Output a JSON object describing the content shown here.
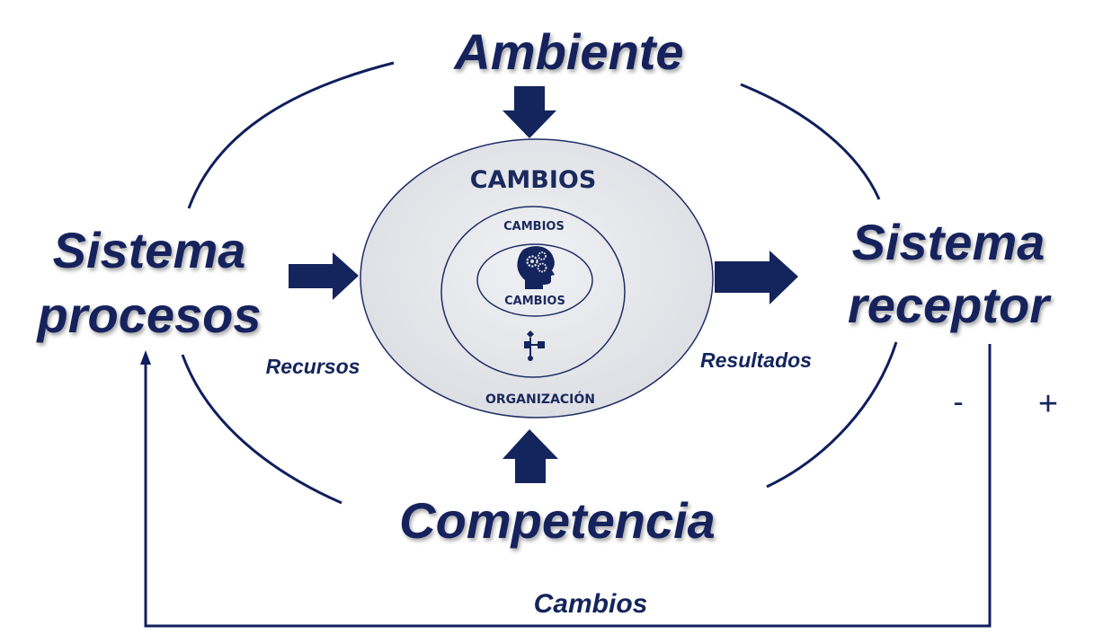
{
  "diagram": {
    "top": "Ambiente",
    "left_line1": "Sistema",
    "left_line2": "procesos",
    "right_line1": "Sistema",
    "right_line2": "receptor",
    "bottom": "Competencia",
    "input_label": "Recursos",
    "output_label": "Resultados",
    "feedback_label": "Cambios",
    "minus": "-",
    "plus": "+",
    "center": {
      "outer": "CAMBIOS",
      "middle": "CAMBIOS",
      "inner": "CAMBIOS",
      "base": "ORGANIZACIÓN"
    }
  },
  "colors": {
    "primary": "#14245c",
    "circle_fill": "#e3e4e8",
    "circle_stroke": "#1f2d66"
  },
  "icons": [
    "head-gears-icon",
    "flowchart-icon"
  ]
}
